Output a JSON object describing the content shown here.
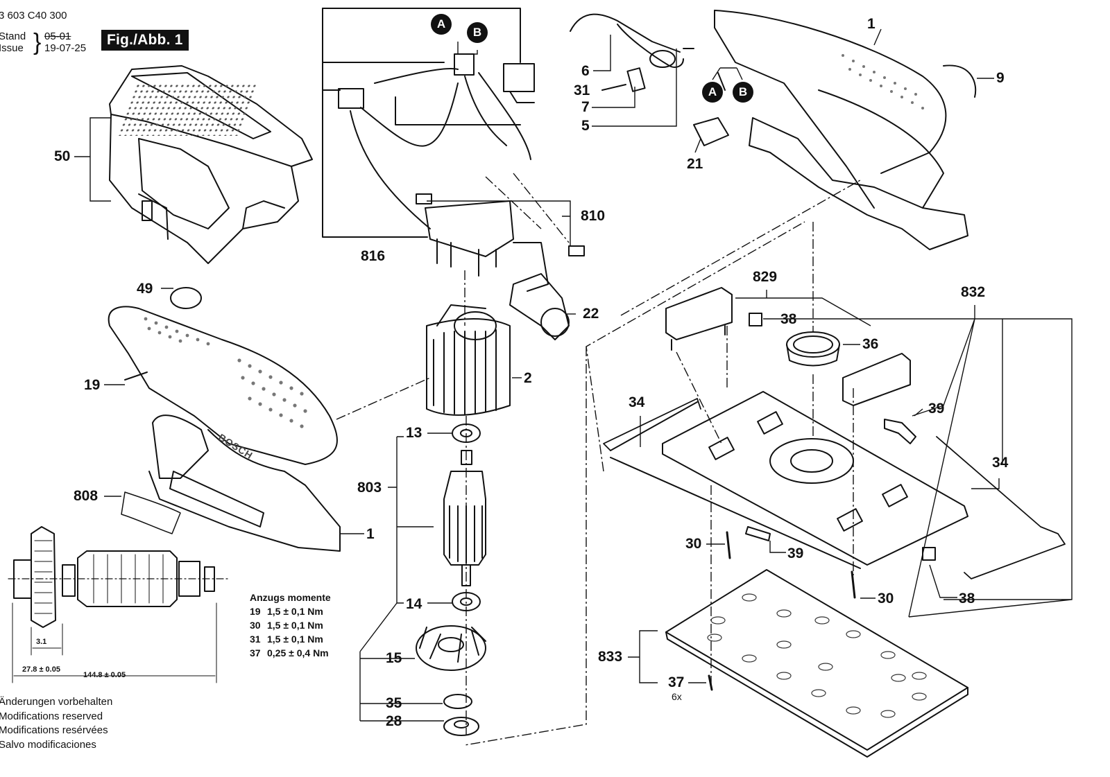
{
  "header": {
    "doc_number": "3 603 C40 300",
    "stand_label": "Stand",
    "issue_label": "Issue",
    "old_date": "05-01",
    "new_date": "19-07-25",
    "figure_title": "Fig./Abb. 1"
  },
  "wiring_badges": {
    "a": "A",
    "b": "B"
  },
  "part_labels": {
    "p1_top": "1",
    "p9": "9",
    "p6": "6",
    "p31": "31",
    "p7": "7",
    "p5": "5",
    "p21": "21",
    "p50": "50",
    "p816": "816",
    "p810": "810",
    "p22": "22",
    "p2": "2",
    "p49": "49",
    "p19": "19",
    "p808": "808",
    "p1_bottom": "1",
    "p13": "13",
    "p803": "803",
    "p14": "14",
    "p15": "15",
    "p35": "35",
    "p28": "28",
    "p829": "829",
    "p832": "832",
    "p38_top": "38",
    "p36": "36",
    "p39_top": "39",
    "p34_left": "34",
    "p34_right": "34",
    "p30_left": "30",
    "p39_bottom": "39",
    "p30_right": "30",
    "p38_bottom": "38",
    "p833": "833",
    "p37": "37",
    "p37_qty": "6x"
  },
  "brand_on_housing": "BOSCH",
  "torque_table": {
    "title": "Anzugs momente",
    "rows": [
      {
        "part": "19",
        "value": "1,5 ± 0,1 Nm"
      },
      {
        "part": "30",
        "value": "1,5 ± 0,1 Nm"
      },
      {
        "part": "31",
        "value": "1,5 ± 0,1 Nm"
      },
      {
        "part": "37",
        "value": "0,25 ± 0,4 Nm"
      }
    ]
  },
  "dimensions": {
    "d1": "3.1",
    "d2": "27.8 ± 0.05",
    "d3": "144.8 ± 0.05"
  },
  "notes": [
    "Änderungen vorbehalten",
    "Modifications reserved",
    "Modifications resérvées",
    "Salvo modificaciones"
  ]
}
